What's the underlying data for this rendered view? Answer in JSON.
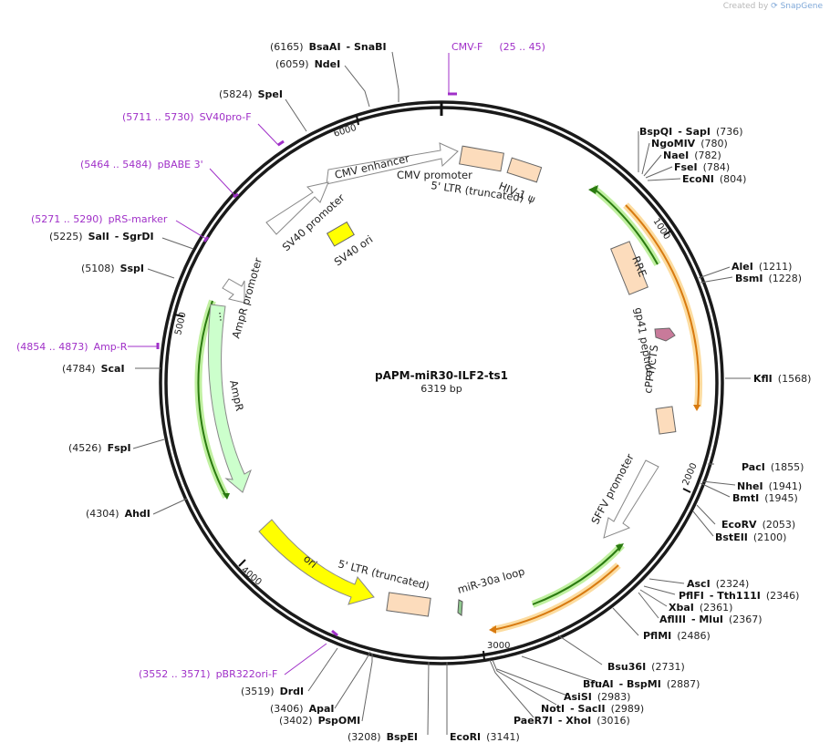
{
  "credit": {
    "created_by": "Created by",
    "brand": "SnapGene"
  },
  "plasmid": {
    "name": "pAPM-miR30-ILF2-ts1",
    "size_label": "6319 bp"
  },
  "colors": {
    "backbone": "#1a1a1a",
    "primer": "#a030c8",
    "promoter_fill": "#ffffff",
    "ori_fill": "#ffff00",
    "ltr_fill": "#fcdcbc",
    "ampr_fill": "#ccffcc",
    "rre_fill": "#fcdcbc",
    "gp41_fill": "#c87a9a",
    "green_line": "#2a7a10",
    "orange_line": "#d87a10",
    "green_glow": "#c0f0a0",
    "orange_glow": "#fcdca0"
  },
  "ticks": [
    {
      "label": "1000"
    },
    {
      "label": "2000"
    },
    {
      "label": "3000"
    },
    {
      "label": "4000"
    },
    {
      "label": "5000"
    },
    {
      "label": "6000"
    }
  ],
  "sites": [
    {
      "num": "(6165)",
      "name": "BsaAI",
      "extra": "-  SnaBI"
    },
    {
      "num": "(6059)",
      "name": "NdeI",
      "extra": ""
    },
    {
      "num": "(5824)",
      "name": "SpeI",
      "extra": ""
    },
    {
      "num": "(5225)",
      "name": "SalI",
      "extra": "-  SgrDI"
    },
    {
      "num": "(5108)",
      "name": "SspI",
      "extra": ""
    },
    {
      "num": "(4784)",
      "name": "ScaI",
      "extra": ""
    },
    {
      "num": "(4526)",
      "name": "FspI",
      "extra": ""
    },
    {
      "num": "(4304)",
      "name": "AhdI",
      "extra": ""
    },
    {
      "num": "(3519)",
      "name": "DrdI",
      "extra": ""
    },
    {
      "num": "(3406)",
      "name": "ApaI",
      "extra": ""
    },
    {
      "num": "(3402)",
      "name": "PspOMI",
      "extra": ""
    },
    {
      "num": "(3208)",
      "name": "BspEI",
      "extra": ""
    },
    {
      "num": "(3141)",
      "name": "EcoRI",
      "extra": ""
    },
    {
      "num": "(3016)",
      "name": "PaeR7I",
      "extra": "-  XhoI"
    },
    {
      "num": "(2989)",
      "name": "NotI",
      "extra": "-  SacII"
    },
    {
      "num": "(2983)",
      "name": "AsiSI",
      "extra": ""
    },
    {
      "num": "(2887)",
      "name": "BfuAI",
      "extra": "-  BspMI"
    },
    {
      "num": "(2731)",
      "name": "Bsu36I",
      "extra": ""
    },
    {
      "num": "(2486)",
      "name": "PflMI",
      "extra": ""
    },
    {
      "num": "(2367)",
      "name": "AflIII",
      "extra": "-  MluI"
    },
    {
      "num": "(2361)",
      "name": "XbaI",
      "extra": ""
    },
    {
      "num": "(2346)",
      "name": "PflFI",
      "extra": "-  Tth111I"
    },
    {
      "num": "(2324)",
      "name": "AscI",
      "extra": ""
    },
    {
      "num": "(2100)",
      "name": "BstEII",
      "extra": ""
    },
    {
      "num": "(2053)",
      "name": "EcoRV",
      "extra": ""
    },
    {
      "num": "(1945)",
      "name": "BmtI",
      "extra": ""
    },
    {
      "num": "(1941)",
      "name": "NheI",
      "extra": ""
    },
    {
      "num": "(1855)",
      "name": "PacI",
      "extra": ""
    },
    {
      "num": "(1568)",
      "name": "KflI",
      "extra": ""
    },
    {
      "num": "(1228)",
      "name": "BsmI",
      "extra": ""
    },
    {
      "num": "(1211)",
      "name": "AleI",
      "extra": ""
    },
    {
      "num": "(804)",
      "name": "EcoNI",
      "extra": ""
    },
    {
      "num": "(784)",
      "name": "FseI",
      "extra": ""
    },
    {
      "num": "(782)",
      "name": "NaeI",
      "extra": ""
    },
    {
      "num": "(780)",
      "name": "NgoMIV",
      "extra": ""
    },
    {
      "num": "(736)",
      "name": "BspQI",
      "extra": "-  SapI"
    }
  ],
  "primers": [
    {
      "name": "CMV-F",
      "range": "(25 .. 45)"
    },
    {
      "name": "SV40pro-F",
      "range": "(5711 .. 5730)"
    },
    {
      "name": "pBABE 3'",
      "range": "(5464 .. 5484)"
    },
    {
      "name": "pRS-marker",
      "range": "(5271 .. 5290)"
    },
    {
      "name": "Amp-R",
      "range": "(4854 .. 4873)"
    },
    {
      "name": "pBR322ori-F",
      "range": "(3552 .. 3571)"
    }
  ],
  "features": {
    "cmv_enhancer": "CMV enhancer",
    "cmv_promoter": "CMV promoter",
    "ltr5_top": "5' LTR (truncated)",
    "hiv1_psi": "HIV-1 ψ",
    "sv40_promoter": "SV40 promoter",
    "sv40_ori": "SV40 ori",
    "rre": "RRE",
    "gp41": "gp41 peptide",
    "cppt": "cPPT/CTS",
    "sffv": "SFFV promoter",
    "mir30a": "miR-30a loop",
    "ltr5_bottom": "5' LTR (truncated)",
    "ori": "ori",
    "ampr": "AmpR",
    "ampr_promoter": "AmpR promoter",
    "ampr_dots": "..."
  }
}
